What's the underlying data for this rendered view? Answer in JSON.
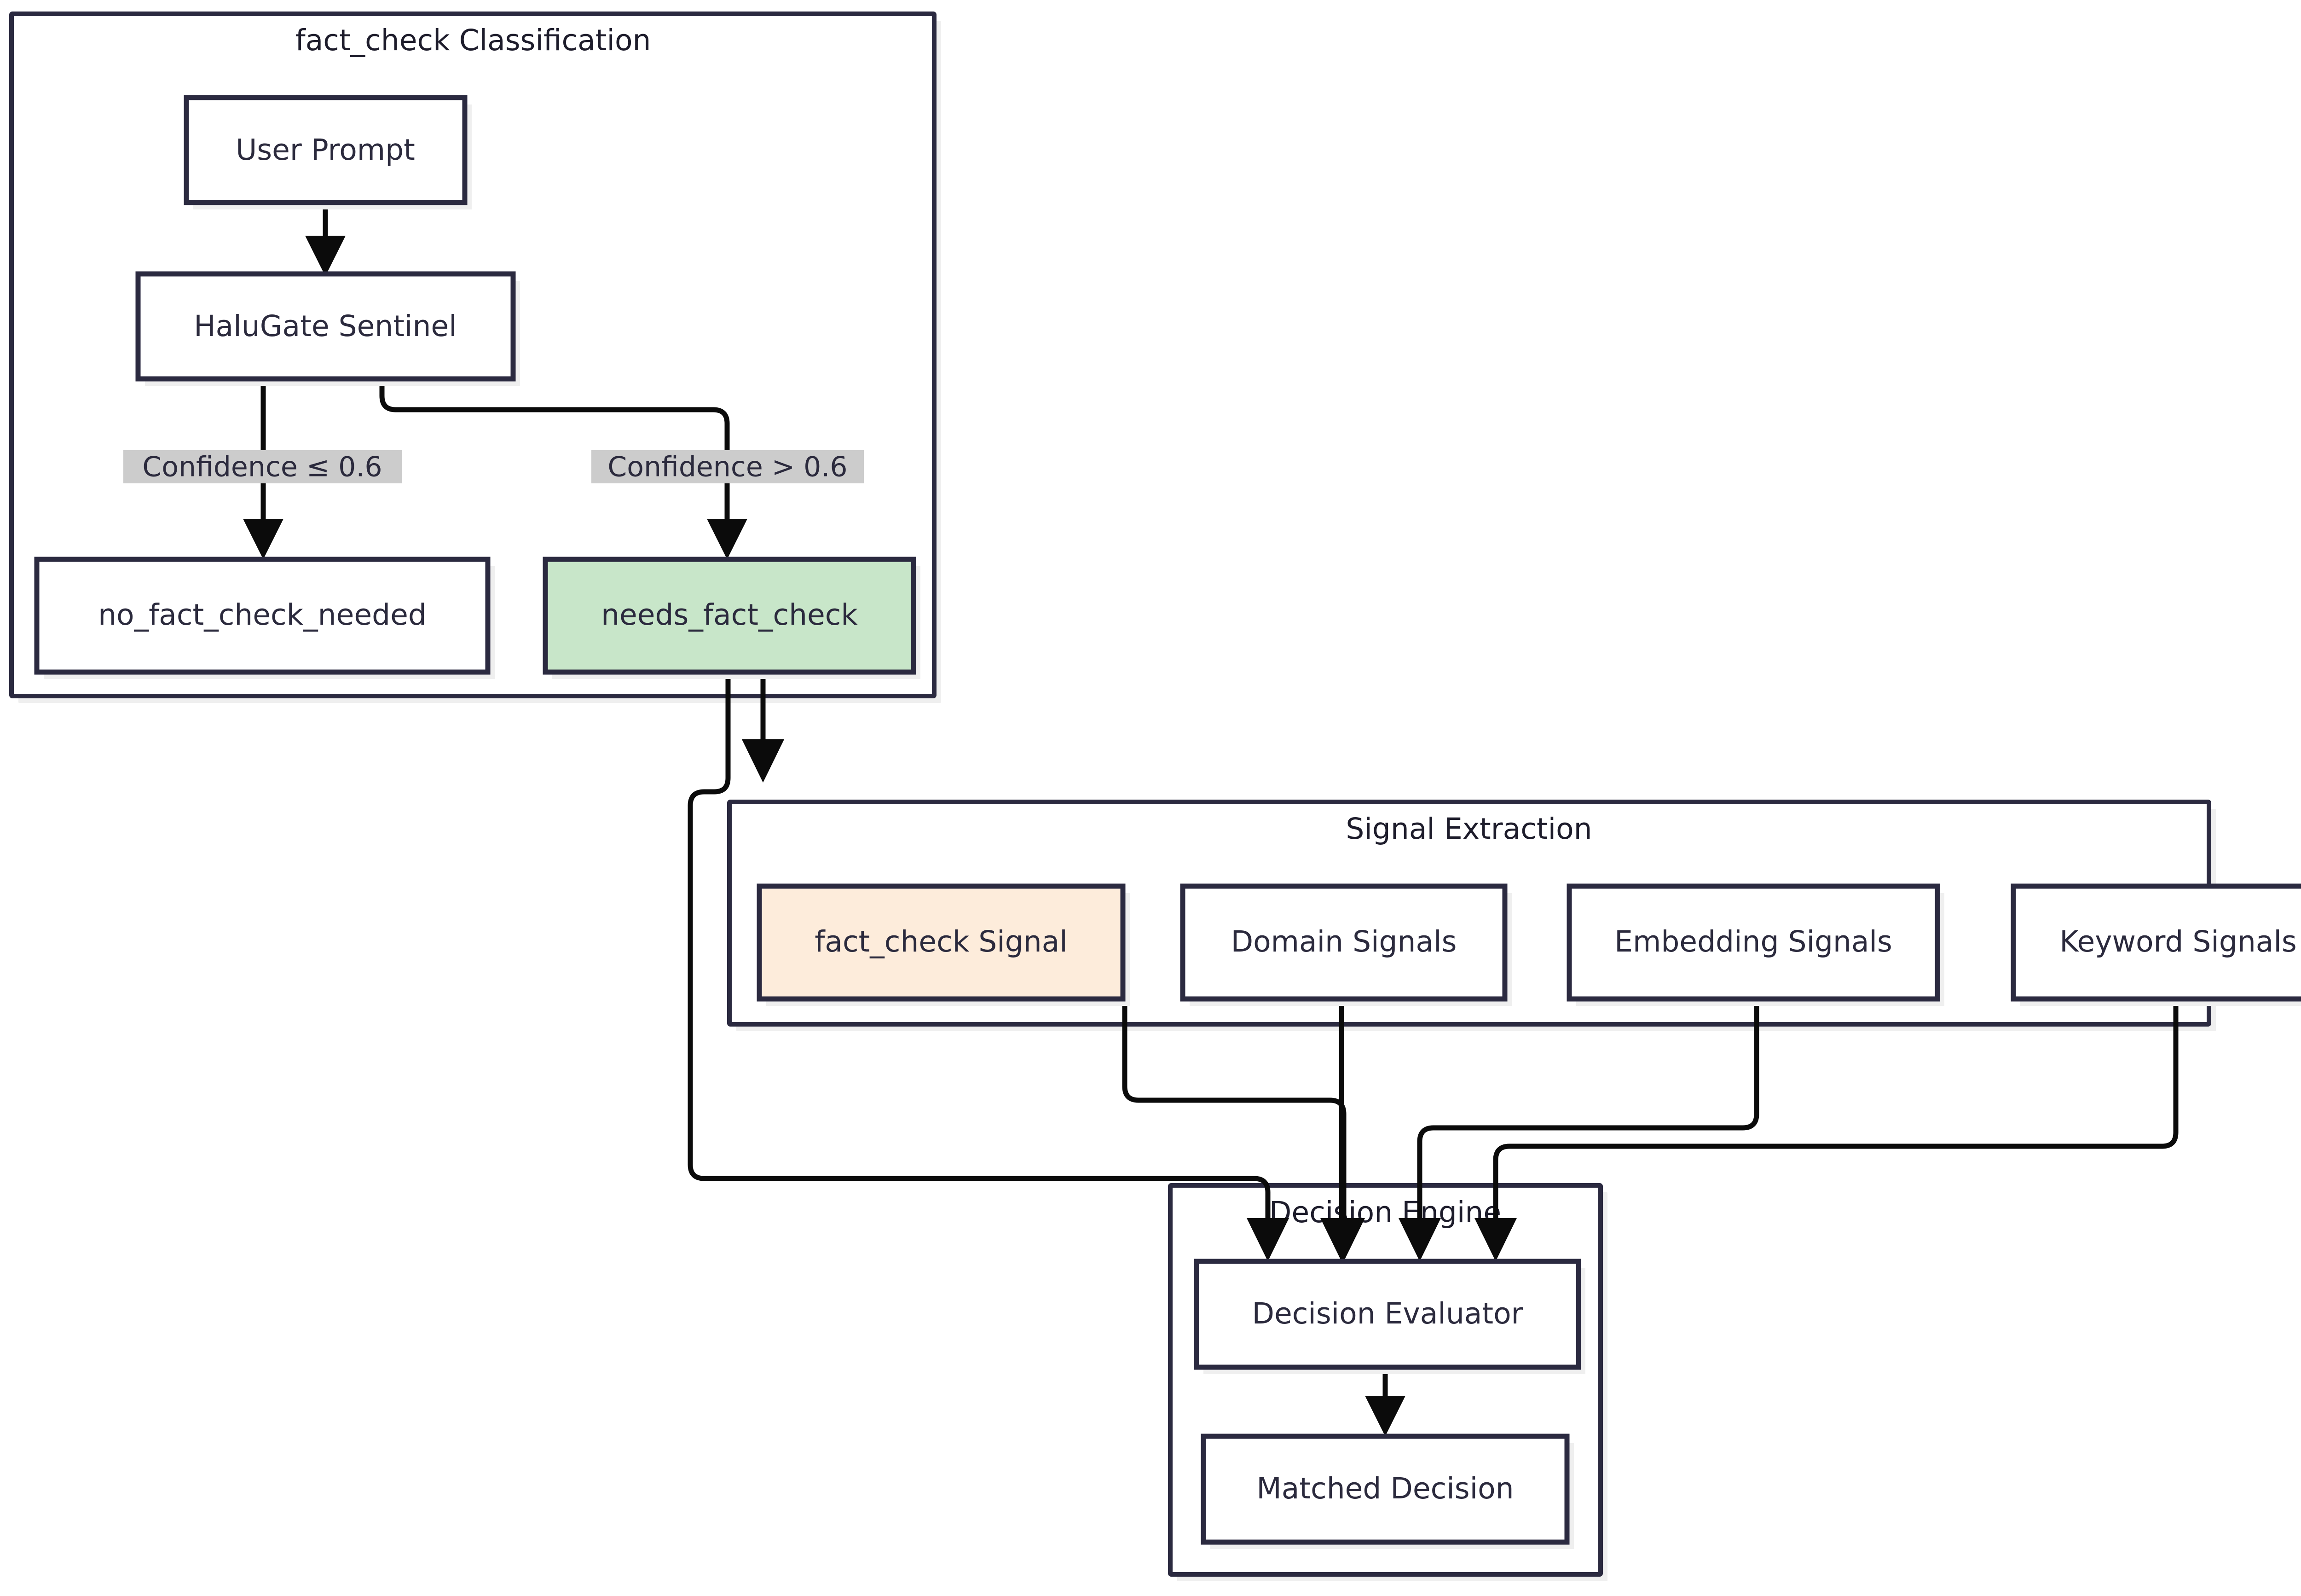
{
  "diagram": {
    "type": "flowchart",
    "direction": "top-down",
    "title": null,
    "colors": {
      "border": "#2b2a40",
      "text": "#2b2a3d",
      "edge": "#0b0b0b",
      "node_fill": "#ffffff",
      "highlight_green": "#c8e6c9",
      "highlight_orange": "#fdecdb",
      "label_bg": "#cccccc",
      "shadow": "#efefef",
      "background": "#ffffff"
    },
    "subgraphs": [
      {
        "id": "classification",
        "title": "fact_check Classification"
      },
      {
        "id": "signal_extraction",
        "title": "Signal Extraction"
      },
      {
        "id": "decision_engine",
        "title": "Decision Engine"
      }
    ],
    "nodes": [
      {
        "id": "user_prompt",
        "label": "User Prompt",
        "group": "classification",
        "style": "default"
      },
      {
        "id": "halugate_sentinel",
        "label": "HaluGate Sentinel",
        "group": "classification",
        "style": "default"
      },
      {
        "id": "no_fact_check_needed",
        "label": "no_fact_check_needed",
        "group": "classification",
        "style": "default"
      },
      {
        "id": "needs_fact_check",
        "label": "needs_fact_check",
        "group": "classification",
        "style": "green"
      },
      {
        "id": "fact_check_signal",
        "label": "fact_check Signal",
        "group": "signal_extraction",
        "style": "orange"
      },
      {
        "id": "domain_signals",
        "label": "Domain Signals",
        "group": "signal_extraction",
        "style": "default"
      },
      {
        "id": "embedding_signals",
        "label": "Embedding Signals",
        "group": "signal_extraction",
        "style": "default"
      },
      {
        "id": "keyword_signals",
        "label": "Keyword Signals",
        "group": "signal_extraction",
        "style": "default"
      },
      {
        "id": "decision_evaluator",
        "label": "Decision Evaluator",
        "group": "decision_engine",
        "style": "default"
      },
      {
        "id": "matched_decision",
        "label": "Matched Decision",
        "group": "decision_engine",
        "style": "default"
      }
    ],
    "edges": [
      {
        "from": "user_prompt",
        "to": "halugate_sentinel",
        "label": ""
      },
      {
        "from": "halugate_sentinel",
        "to": "no_fact_check_needed",
        "label": "Confidence ≤ 0.6"
      },
      {
        "from": "halugate_sentinel",
        "to": "needs_fact_check",
        "label": "Confidence > 0.6"
      },
      {
        "from": "needs_fact_check",
        "to": "fact_check_signal",
        "label": ""
      },
      {
        "from": "needs_fact_check",
        "to": "decision_evaluator",
        "label": ""
      },
      {
        "from": "fact_check_signal",
        "to": "decision_evaluator",
        "label": ""
      },
      {
        "from": "domain_signals",
        "to": "decision_evaluator",
        "label": ""
      },
      {
        "from": "embedding_signals",
        "to": "decision_evaluator",
        "label": ""
      },
      {
        "from": "keyword_signals",
        "to": "decision_evaluator",
        "label": ""
      },
      {
        "from": "decision_evaluator",
        "to": "matched_decision",
        "label": ""
      }
    ],
    "edge_labels": [
      {
        "id": "conf_low",
        "text": "Confidence ≤ 0.6"
      },
      {
        "id": "conf_high",
        "text": "Confidence > 0.6"
      }
    ]
  }
}
